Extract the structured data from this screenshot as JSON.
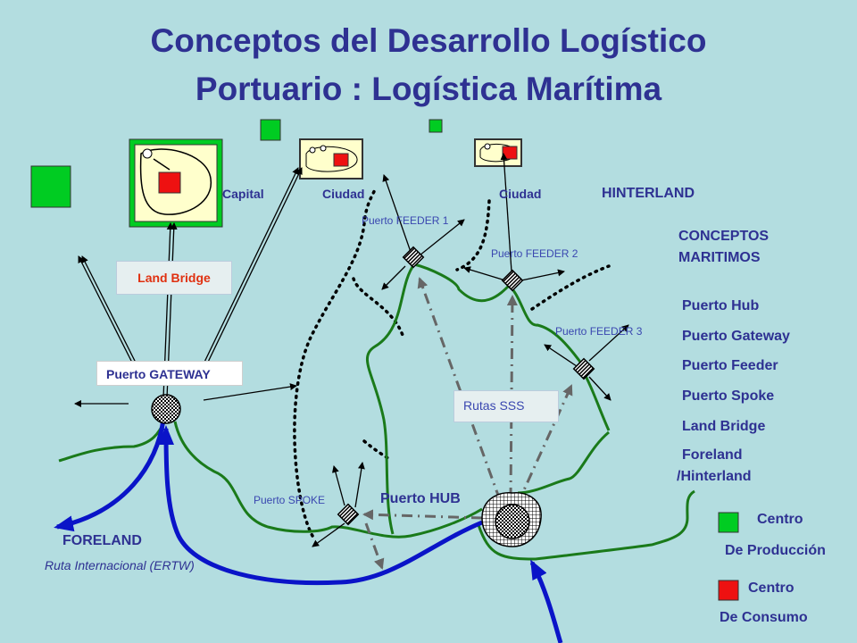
{
  "title": {
    "line1": "Conceptos del Desarrollo Logístico",
    "line2": "Portuario : Logística Marítima"
  },
  "labels": {
    "capital": "Capital",
    "ciudad1": "Ciudad",
    "ciudad2": "Ciudad",
    "hinterland": "HINTERLAND",
    "feeder1": "Puerto FEEDER 1",
    "feeder2": "Puerto FEEDER 2",
    "feeder3": "Puerto FEEDER 3",
    "spoke": "Puerto SPOKE",
    "hub": "Puerto HUB",
    "foreland": "FORELAND",
    "ruta": "Ruta Internacional   (ERTW)",
    "land_bridge_box": "Land Bridge",
    "gateway_box": "Puerto GATEWAY",
    "rutas_sss_box": "Rutas SSS"
  },
  "conceptos": {
    "heading_line1": "CONCEPTOS",
    "heading_line2": "MARITIMOS",
    "items": [
      "Puerto Hub",
      "Puerto Gateway",
      "Puerto Feeder",
      "Puerto Spoke",
      "Land Bridge",
      "Foreland",
      "/Hinterland"
    ]
  },
  "legend": {
    "produccion_line1": "Centro",
    "produccion_line2": "De Producción",
    "consumo_line1": "Centro",
    "consumo_line2": "De Consumo"
  },
  "colors": {
    "background": "#b3dde0",
    "title": "#2e3192",
    "production": "#00cc22",
    "consumption": "#ee1111",
    "land_route": "#1a7a1a",
    "sea_route": "#0a14c8",
    "sss_route": "#666666",
    "land_bridge_text": "#e03010"
  }
}
